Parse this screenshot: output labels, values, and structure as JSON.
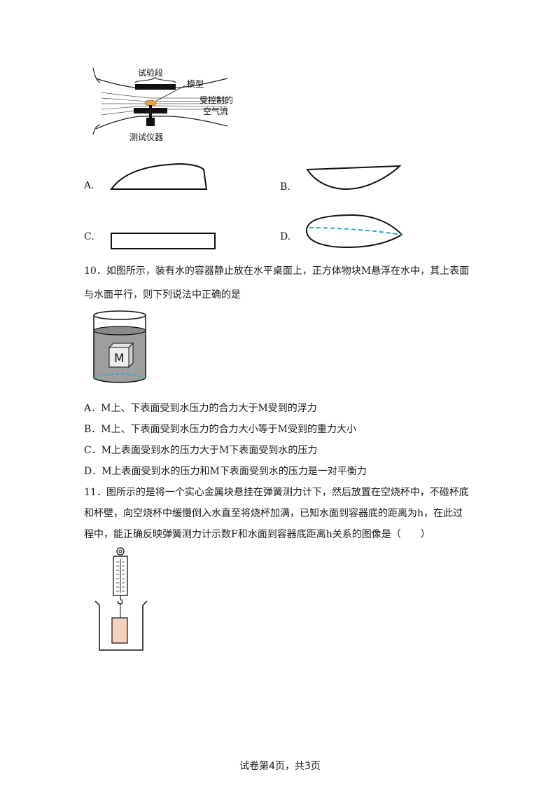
{
  "fig_tunnel": {
    "test_section": "试验段",
    "model": "模型",
    "airflow_line1": "受控制的",
    "airflow_line2": "空气流",
    "instrument": "测试仪器"
  },
  "q9_options": {
    "A": "A.",
    "B": "B.",
    "C": "C.",
    "D": "D."
  },
  "q10": {
    "stem_line1": "10．如图所示，装有水的容器静止放在水平桌面上，正方体物块M悬浮在水中，其上表面",
    "stem_line2": "与水面平行，则下列说法中正确的是",
    "block_label": "M",
    "options": [
      "A．M上、下表面受到水压力的合力大于M受到的浮力",
      "B．M上、下表面受到水压力的合力大小等于M受到的重力大小",
      "C．M上表面受到水的压力大于M下表面受到水的压力",
      "D．M上表面受到水的压力和M下表面受到水的压力是一对平衡力"
    ]
  },
  "q11": {
    "stem_line1": "11．图所示的是将一个实心金属块悬挂在弹簧测力计下，然后放置在空烧杯中，不碰杯底",
    "stem_line2": "和杯壁，向空烧杯中缓慢倒入水直至将烧杯加满，已知水面到容器底的距离为h，在此过",
    "stem_line3": "程中，能正确反映弹簧测力计示数F和水面到容器底距离h关系的图像是（　　）"
  },
  "footer": "试卷第4页，共3页"
}
